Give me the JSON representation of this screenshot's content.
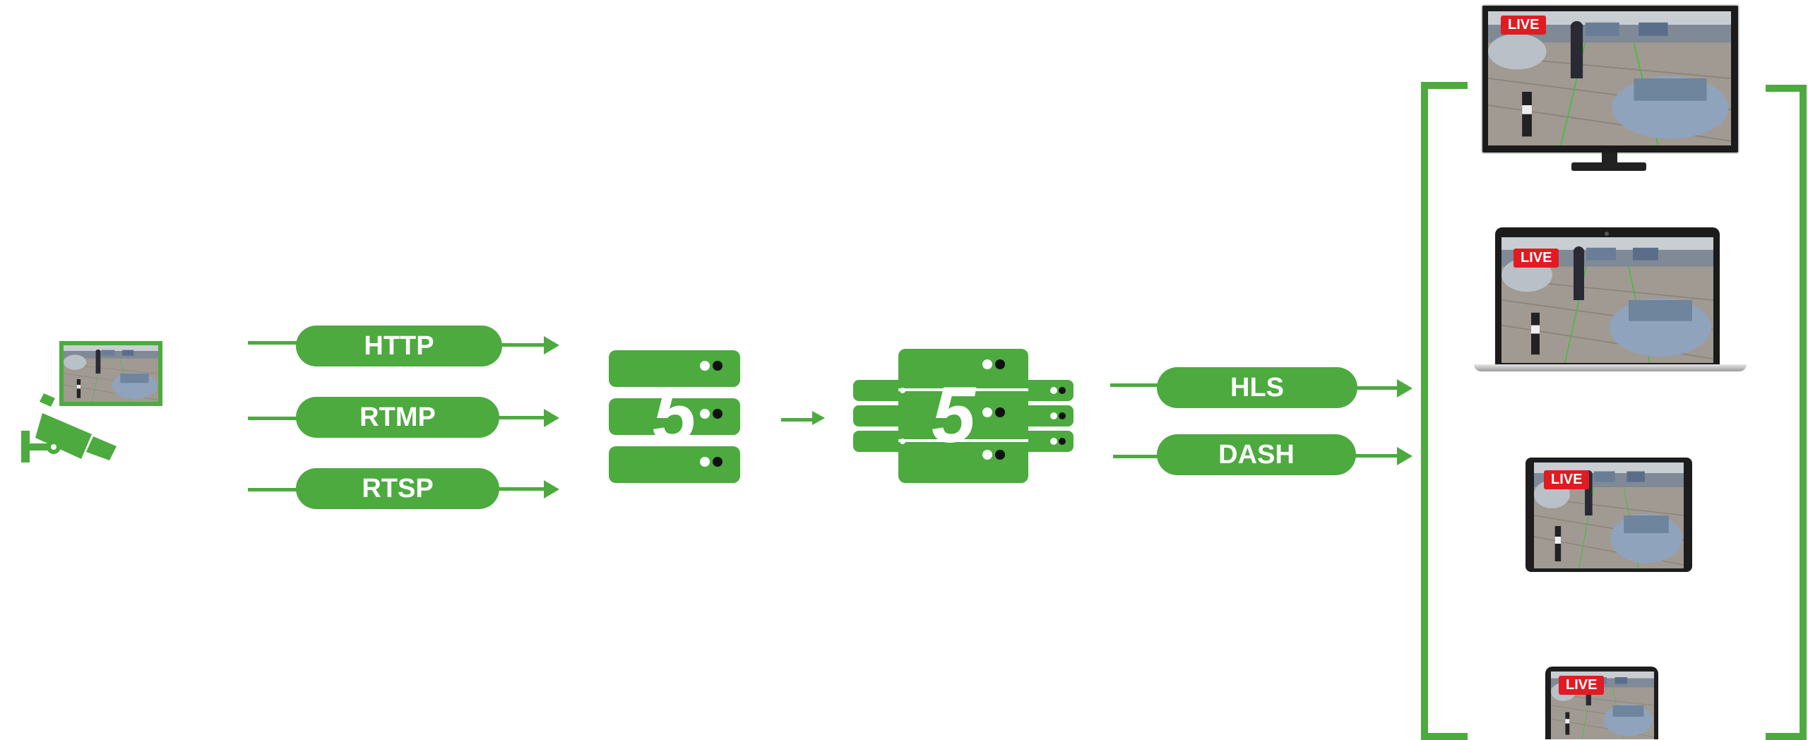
{
  "ingest_protocols": [
    "HTTP",
    "RTMP",
    "RTSP"
  ],
  "delivery_protocols": [
    "HLS",
    "DASH"
  ],
  "live_badge": "LIVE",
  "server_logo": "5",
  "colors": {
    "accent": "#4caa3f",
    "live": "#e11b22"
  }
}
